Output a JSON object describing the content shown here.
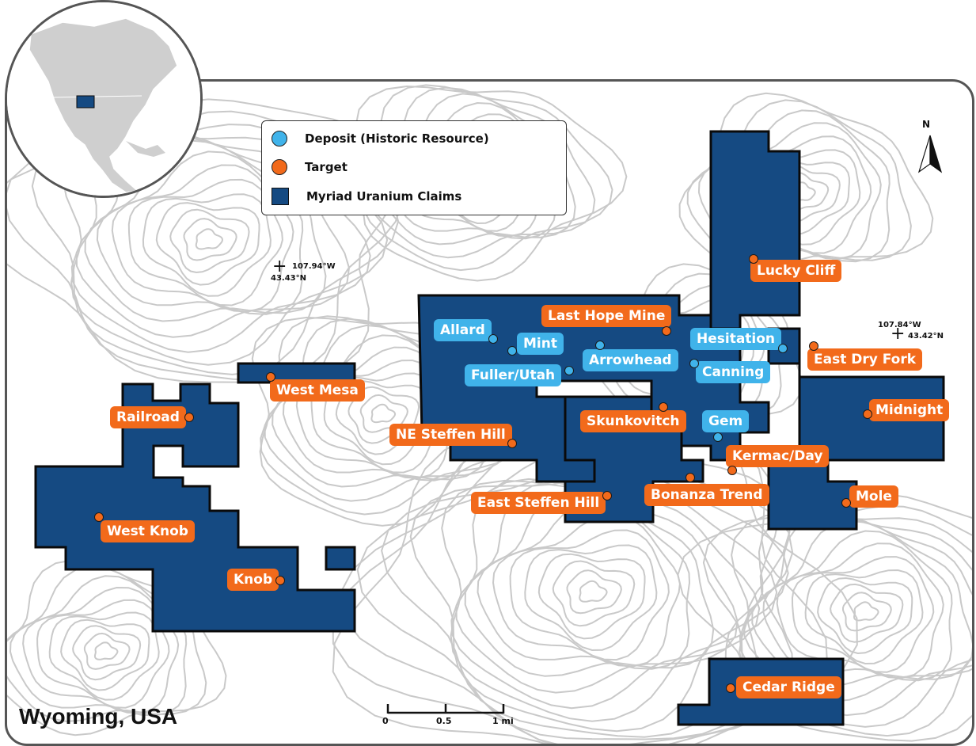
{
  "legend": {
    "deposit_label": "Deposit (Historic Resource)",
    "target_label": "Target",
    "claims_label": "Myriad Uranium Claims"
  },
  "colors": {
    "claims": "#154a82",
    "target": "#f26a1b",
    "deposit": "#40b3ea",
    "contours": "#c9c9c9"
  },
  "deposits": [
    {
      "name": "Allard"
    },
    {
      "name": "Mint"
    },
    {
      "name": "Fuller/Utah"
    },
    {
      "name": "Arrowhead"
    },
    {
      "name": "Hesitation"
    },
    {
      "name": "Canning"
    },
    {
      "name": "Gem"
    }
  ],
  "targets": [
    {
      "name": "Last Hope Mine"
    },
    {
      "name": "Lucky Cliff"
    },
    {
      "name": "East Dry Fork"
    },
    {
      "name": "Midnight"
    },
    {
      "name": "West Mesa"
    },
    {
      "name": "Railroad"
    },
    {
      "name": "NE Steffen Hill"
    },
    {
      "name": "Skunkovitch"
    },
    {
      "name": "Kermac/Day"
    },
    {
      "name": "Bonanza Trend"
    },
    {
      "name": "East Steffen Hill"
    },
    {
      "name": "Mole"
    },
    {
      "name": "West Knob"
    },
    {
      "name": "Knob"
    },
    {
      "name": "Cedar Ridge"
    }
  ],
  "coordinates": {
    "west": {
      "lon": "107.94°W",
      "lat": "43.43°N"
    },
    "east": {
      "lon": "107.84°W",
      "lat": "43.42°N"
    }
  },
  "scale": {
    "zero": "0",
    "half": "0.5",
    "one": "1 mi"
  },
  "north_label": "N",
  "title": "Wyoming, USA"
}
